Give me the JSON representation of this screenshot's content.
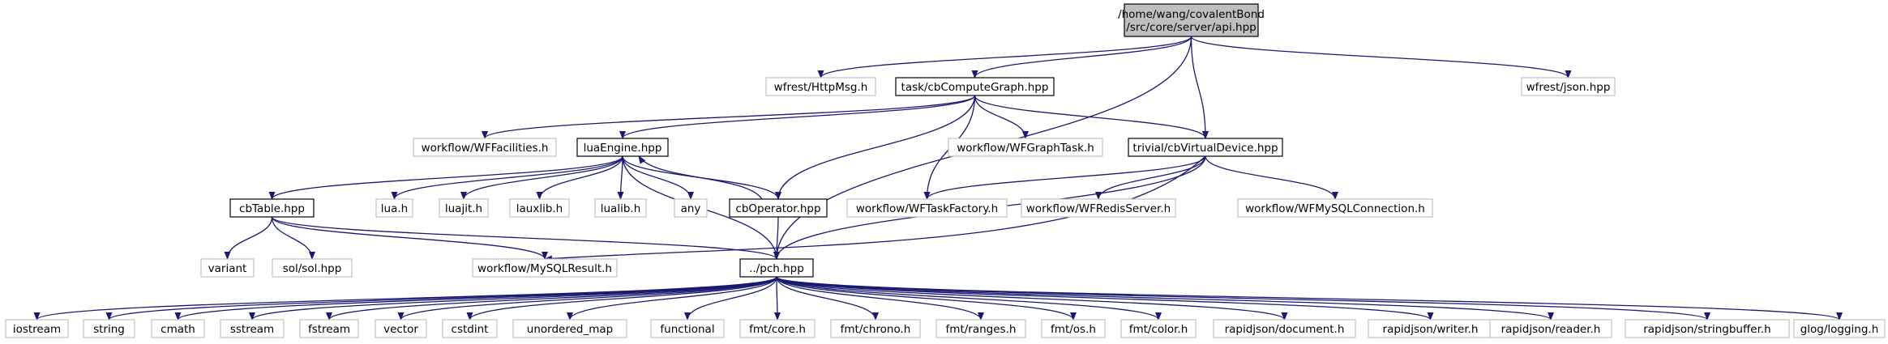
{
  "diagram": {
    "nodes": [
      {
        "id": "api",
        "label": [
          "/home/wang/covalentBond",
          "/src/core/server/api.hpp"
        ],
        "kind": "root"
      },
      {
        "id": "httpmsg",
        "label": [
          "wfrest/HttpMsg.h"
        ],
        "kind": "external"
      },
      {
        "id": "computegraph",
        "label": [
          "task/cbComputeGraph.hpp"
        ],
        "kind": "local"
      },
      {
        "id": "json",
        "label": [
          "wfrest/json.hpp"
        ],
        "kind": "external"
      },
      {
        "id": "wffacilities",
        "label": [
          "workflow/WFFacilities.h"
        ],
        "kind": "external"
      },
      {
        "id": "luaengine",
        "label": [
          "luaEngine.hpp"
        ],
        "kind": "local"
      },
      {
        "id": "wfgraphtask",
        "label": [
          "workflow/WFGraphTask.h"
        ],
        "kind": "external"
      },
      {
        "id": "virtualdevice",
        "label": [
          "trivial/cbVirtualDevice.hpp"
        ],
        "kind": "local"
      },
      {
        "id": "cbtable",
        "label": [
          "cbTable.hpp"
        ],
        "kind": "local"
      },
      {
        "id": "lua",
        "label": [
          "lua.h"
        ],
        "kind": "external"
      },
      {
        "id": "luajit",
        "label": [
          "luajit.h"
        ],
        "kind": "external"
      },
      {
        "id": "lauxlib",
        "label": [
          "lauxlib.h"
        ],
        "kind": "external"
      },
      {
        "id": "lualib",
        "label": [
          "lualib.h"
        ],
        "kind": "external"
      },
      {
        "id": "any",
        "label": [
          "any"
        ],
        "kind": "external"
      },
      {
        "id": "cboperator",
        "label": [
          "cbOperator.hpp"
        ],
        "kind": "local"
      },
      {
        "id": "wftaskfactory",
        "label": [
          "workflow/WFTaskFactory.h"
        ],
        "kind": "external"
      },
      {
        "id": "wfredisserver",
        "label": [
          "workflow/WFRedisServer.h"
        ],
        "kind": "external"
      },
      {
        "id": "wfmysqlconn",
        "label": [
          "workflow/WFMySQLConnection.h"
        ],
        "kind": "external"
      },
      {
        "id": "variant",
        "label": [
          "variant"
        ],
        "kind": "external"
      },
      {
        "id": "sol",
        "label": [
          "sol/sol.hpp"
        ],
        "kind": "external"
      },
      {
        "id": "mysqlresult",
        "label": [
          "workflow/MySQLResult.h"
        ],
        "kind": "external"
      },
      {
        "id": "pch",
        "label": [
          "../pch.hpp"
        ],
        "kind": "local"
      },
      {
        "id": "iostream",
        "label": [
          "iostream"
        ],
        "kind": "external"
      },
      {
        "id": "string",
        "label": [
          "string"
        ],
        "kind": "external"
      },
      {
        "id": "cmath",
        "label": [
          "cmath"
        ],
        "kind": "external"
      },
      {
        "id": "sstream",
        "label": [
          "sstream"
        ],
        "kind": "external"
      },
      {
        "id": "fstream",
        "label": [
          "fstream"
        ],
        "kind": "external"
      },
      {
        "id": "vector",
        "label": [
          "vector"
        ],
        "kind": "external"
      },
      {
        "id": "cstdint",
        "label": [
          "cstdint"
        ],
        "kind": "external"
      },
      {
        "id": "unordered_map",
        "label": [
          "unordered_map"
        ],
        "kind": "external"
      },
      {
        "id": "functional",
        "label": [
          "functional"
        ],
        "kind": "external"
      },
      {
        "id": "fmtcore",
        "label": [
          "fmt/core.h"
        ],
        "kind": "external"
      },
      {
        "id": "fmtchrono",
        "label": [
          "fmt/chrono.h"
        ],
        "kind": "external"
      },
      {
        "id": "fmtranges",
        "label": [
          "fmt/ranges.h"
        ],
        "kind": "external"
      },
      {
        "id": "fmtos",
        "label": [
          "fmt/os.h"
        ],
        "kind": "external"
      },
      {
        "id": "fmtcolor",
        "label": [
          "fmt/color.h"
        ],
        "kind": "external"
      },
      {
        "id": "rjdocument",
        "label": [
          "rapidjson/document.h"
        ],
        "kind": "external"
      },
      {
        "id": "rjwriter",
        "label": [
          "rapidjson/writer.h"
        ],
        "kind": "external"
      },
      {
        "id": "rjreader",
        "label": [
          "rapidjson/reader.h"
        ],
        "kind": "external"
      },
      {
        "id": "rjstringbuffer",
        "label": [
          "rapidjson/stringbuffer.h"
        ],
        "kind": "external"
      },
      {
        "id": "glog",
        "label": [
          "glog/logging.h"
        ],
        "kind": "external"
      }
    ],
    "edges": [
      [
        "api",
        "httpmsg"
      ],
      [
        "api",
        "computegraph"
      ],
      [
        "api",
        "json"
      ],
      [
        "api",
        "virtualdevice"
      ],
      [
        "api",
        "pch"
      ],
      [
        "computegraph",
        "wffacilities"
      ],
      [
        "computegraph",
        "luaengine"
      ],
      [
        "computegraph",
        "wfgraphtask"
      ],
      [
        "computegraph",
        "virtualdevice"
      ],
      [
        "computegraph",
        "cboperator"
      ],
      [
        "computegraph",
        "wftaskfactory"
      ],
      [
        "luaengine",
        "cbtable"
      ],
      [
        "luaengine",
        "lua"
      ],
      [
        "luaengine",
        "luajit"
      ],
      [
        "luaengine",
        "lauxlib"
      ],
      [
        "luaengine",
        "lualib"
      ],
      [
        "luaengine",
        "any"
      ],
      [
        "luaengine",
        "cboperator"
      ],
      [
        "luaengine",
        "pch"
      ],
      [
        "cboperator",
        "luaengine"
      ],
      [
        "cboperator",
        "pch"
      ],
      [
        "virtualdevice",
        "wftaskfactory"
      ],
      [
        "virtualdevice",
        "wfredisserver"
      ],
      [
        "virtualdevice",
        "wfmysqlconn"
      ],
      [
        "virtualdevice",
        "mysqlresult"
      ],
      [
        "virtualdevice",
        "pch"
      ],
      [
        "cbtable",
        "variant"
      ],
      [
        "cbtable",
        "sol"
      ],
      [
        "cbtable",
        "mysqlresult"
      ],
      [
        "cbtable",
        "pch"
      ],
      [
        "pch",
        "iostream"
      ],
      [
        "pch",
        "string"
      ],
      [
        "pch",
        "cmath"
      ],
      [
        "pch",
        "sstream"
      ],
      [
        "pch",
        "fstream"
      ],
      [
        "pch",
        "vector"
      ],
      [
        "pch",
        "cstdint"
      ],
      [
        "pch",
        "unordered_map"
      ],
      [
        "pch",
        "functional"
      ],
      [
        "pch",
        "fmtcore"
      ],
      [
        "pch",
        "fmtchrono"
      ],
      [
        "pch",
        "fmtranges"
      ],
      [
        "pch",
        "fmtos"
      ],
      [
        "pch",
        "fmtcolor"
      ],
      [
        "pch",
        "rjdocument"
      ],
      [
        "pch",
        "rjwriter"
      ],
      [
        "pch",
        "rjreader"
      ],
      [
        "pch",
        "rjstringbuffer"
      ],
      [
        "pch",
        "glog"
      ]
    ],
    "colors": {
      "edge": "#191970",
      "root_fill": "#bfbfbf",
      "local_border": "#000000",
      "external_border": "#c0c0c0"
    }
  }
}
